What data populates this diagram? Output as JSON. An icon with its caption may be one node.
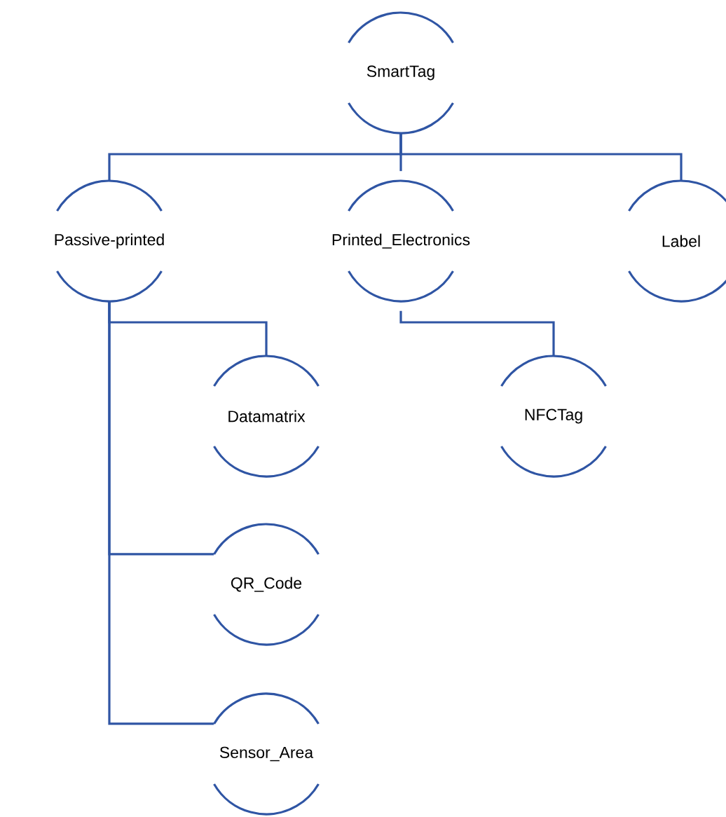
{
  "diagram": {
    "nodes": [
      {
        "text": [
          "SmartTag"
        ]
      },
      {
        "text": [
          "Passive-printed"
        ]
      },
      {
        "text": [
          "Printed_Electronics"
        ]
      },
      {
        "text": [
          "Label"
        ]
      },
      {
        "text": [
          "Datamatrix"
        ]
      },
      {
        "text": [
          "NFCTag"
        ]
      },
      {
        "text": [
          "QR_Code"
        ]
      },
      {
        "text": [
          "Sensor_Area"
        ]
      }
    ],
    "edges": [
      {
        "from": 0,
        "to": 1,
        "arrow": "none"
      },
      {
        "from": 0,
        "to": 2,
        "arrow": "none"
      },
      {
        "from": 0,
        "to": 3,
        "arrow": "none"
      },
      {
        "from": 1,
        "to": 4,
        "arrow": "none"
      },
      {
        "from": 1,
        "to": 6,
        "arrow": "none"
      },
      {
        "from": 1,
        "to": 7,
        "arrow": "none"
      },
      {
        "from": 2,
        "to": 5,
        "arrow": "none"
      }
    ]
  }
}
